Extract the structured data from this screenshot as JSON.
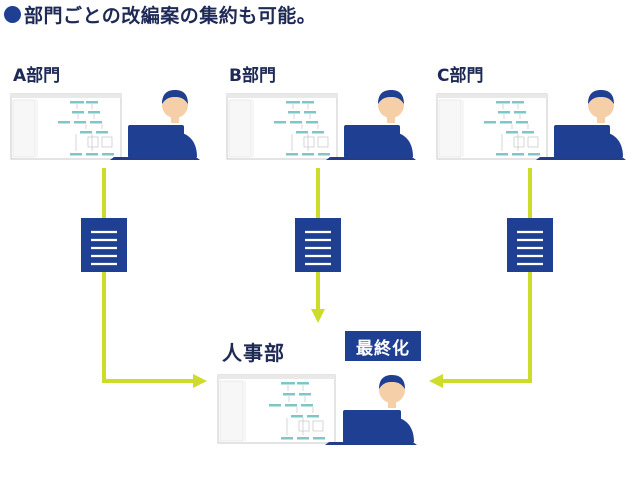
{
  "title": "部門ごとの改編案の集約も可能。",
  "departments": [
    {
      "label": "A部門"
    },
    {
      "label": "B部門"
    },
    {
      "label": "C部門"
    }
  ],
  "hr": {
    "label": "人事部",
    "badge": "最終化"
  },
  "colors": {
    "navy": "#1f3f93",
    "dark_text": "#1e2a55",
    "arrow": "#cddc2a",
    "skin": "#f5cfa8",
    "screen_teal": "#7fc6c7"
  },
  "icons": {
    "document": "document-icon",
    "worker": "person-at-laptop-icon",
    "screen": "org-chart-screen-thumbnail"
  }
}
